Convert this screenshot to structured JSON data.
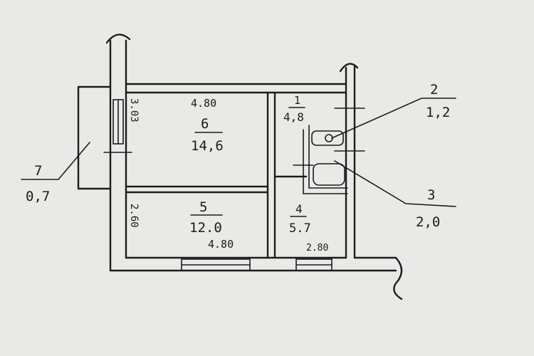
{
  "rooms": [
    {
      "id": "6",
      "number": "6",
      "area": "14,6"
    },
    {
      "id": "5",
      "number": "5",
      "area": "12.0"
    },
    {
      "id": "4",
      "number": "4",
      "area": "5.7"
    },
    {
      "id": "1",
      "number": "1",
      "area": "4,8"
    }
  ],
  "callouts": [
    {
      "id": "7",
      "number": "7",
      "area": "0,7"
    },
    {
      "id": "2",
      "number": "2",
      "area": "1,2"
    },
    {
      "id": "3",
      "number": "3",
      "area": "2,0"
    }
  ],
  "dimensions": {
    "room6_width": "4.80",
    "room6_depth": "3.03",
    "room5_width": "4.80",
    "room5_depth": "2.60",
    "room4_width": "2.80"
  },
  "colors": {
    "paper": "#e9e9e7",
    "ink": "#1c1c1c"
  }
}
